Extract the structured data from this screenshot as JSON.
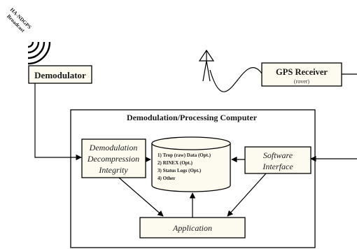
{
  "broadcast": {
    "label_line1": "HA-NDGPS",
    "label_line2": "Broadcast"
  },
  "demodulator": {
    "label": "Demodulator"
  },
  "gps_receiver": {
    "label": "GPS Receiver",
    "sublabel": "(rover)"
  },
  "computer": {
    "title": "Demodulation/Processing Computer"
  },
  "decompression": {
    "line1": "Demodulation",
    "line2": "Decompression",
    "line3": "Integrity"
  },
  "database": {
    "items": [
      "1) Trop (raw) Data (Opt.)",
      "2) RINEX (Opt.)",
      "3) Status Logs (Opt.)",
      "4) Other"
    ]
  },
  "software_interface": {
    "line1": "Software",
    "line2": "Interface"
  },
  "application": {
    "label": "Application"
  },
  "colors": {
    "box_fill": "#fdfbf0",
    "stroke": "#000000",
    "text": "#1a1a1a",
    "background": "#ffffff"
  },
  "icons": [
    "radio-waves-icon",
    "antenna-icon"
  ]
}
